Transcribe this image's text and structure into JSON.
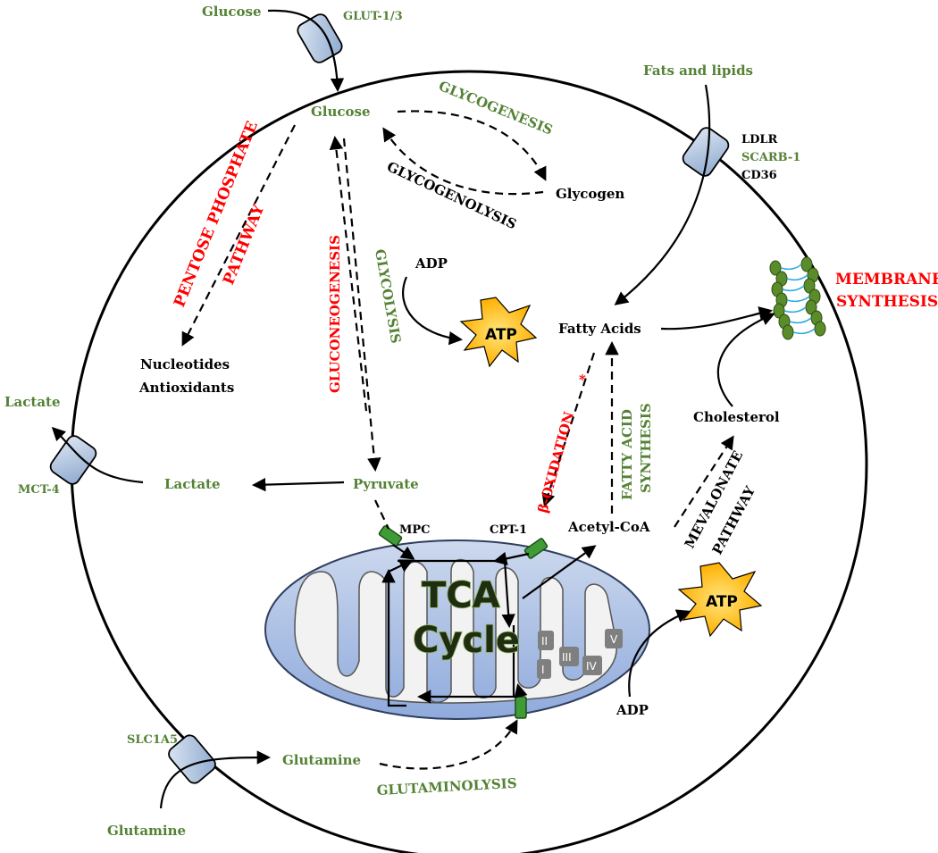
{
  "labels": {
    "glucose_out": "Glucose",
    "glut": "GLUT-1/3",
    "glucose_in": "Glucose",
    "glycogenesis": "GLYCOGENESIS",
    "glycogenolysis": "GLYCOGENOLYSIS",
    "glycogen": "Glycogen",
    "fats_lipids": "Fats and lipids",
    "ldlr": "LDLR",
    "scarb1": "SCARB-1",
    "cd36": "CD36",
    "ppp_line1": "PENTOSE PHOSPHATE",
    "ppp_line2": "PATHWAY",
    "gluconeogenesis": "GLUCONEOGENESIS",
    "glycolysis": "GLYCOLYSIS",
    "adp_top": "ADP",
    "atp_top": "ATP",
    "fatty_acids": "Fatty Acids",
    "membrane_line1": "MEMBRANE",
    "membrane_line2": "SYNTHESIS",
    "nucleotides": "Nucleotides",
    "antioxidants": "Antioxidants",
    "lactate_out": "Lactate",
    "mct4": "MCT-4",
    "lactate_in": "Lactate",
    "pyruvate": "Pyruvate",
    "beta_oxidation": "β-OXIDATION",
    "asterisk": "*",
    "fas_line1": "FATTY ACID",
    "fas_line2": "SYNTHESIS",
    "cholesterol": "Cholesterol",
    "mevalonate_line1": "MEVALONATE",
    "mevalonate_line2": "PATHWAY",
    "mpc": "MPC",
    "cpt1": "CPT-1",
    "acetyl_coa": "Acetyl-CoA",
    "tca_line1": "TCA",
    "tca_line2": "Cycle",
    "complex_i": "I",
    "complex_ii": "II",
    "complex_iii": "III",
    "complex_iv": "IV",
    "complex_v": "V",
    "atp_mito": "ATP",
    "adp_mito": "ADP",
    "slc1a5": "SLC1A5",
    "glutamine_in": "Glutamine",
    "glutaminolysis": "GLUTAMINOLYSIS",
    "glutamine_out": "Glutamine"
  },
  "colors": {
    "green_text": "#548235",
    "red_text": "#ff0000",
    "mito_fill": "#b4c7e7",
    "transporter_fill": "#b8cce4",
    "atp_star": "#ffc000",
    "complex_fill": "#7f7f7f",
    "channel_green": "#3f9c35"
  }
}
